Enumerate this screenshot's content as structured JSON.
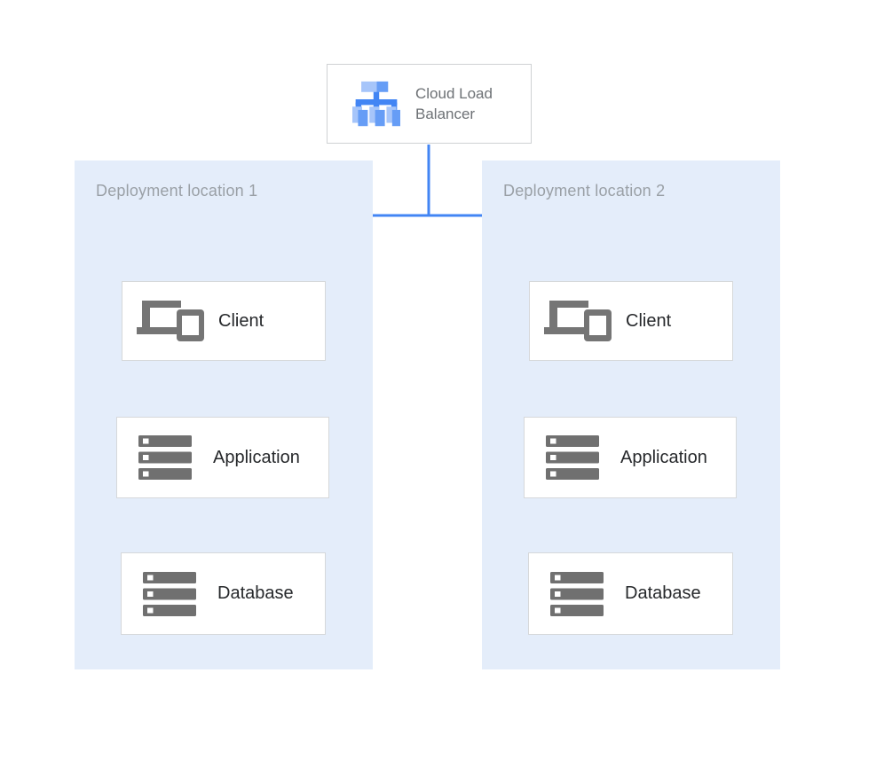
{
  "diagram": {
    "load_balancer": {
      "label": "Cloud Load Balancer",
      "icon": "load-balancer-icon"
    },
    "locations": [
      {
        "label": "Deployment location 1",
        "nodes": [
          {
            "label": "Client",
            "icon": "devices-icon"
          },
          {
            "label": "Application",
            "icon": "server-stack-icon"
          },
          {
            "label": "Database",
            "icon": "server-stack-icon"
          }
        ]
      },
      {
        "label": "Deployment location 2",
        "nodes": [
          {
            "label": "Client",
            "icon": "devices-icon"
          },
          {
            "label": "Application",
            "icon": "server-stack-icon"
          },
          {
            "label": "Database",
            "icon": "server-stack-icon"
          }
        ]
      }
    ],
    "colors": {
      "connector_blue": "#4285f4",
      "panel_fill": "#e4edfa",
      "node_border": "#d6d8da",
      "node_label_text": "#26282b",
      "panel_label_text": "#9aa0a6",
      "lb_label_text": "#6d7175",
      "icon_gray": "#707070",
      "lb_icon_light": "#a6c5fa",
      "lb_icon_medium": "#669df6",
      "lb_icon_stem": "#4285f4"
    }
  }
}
